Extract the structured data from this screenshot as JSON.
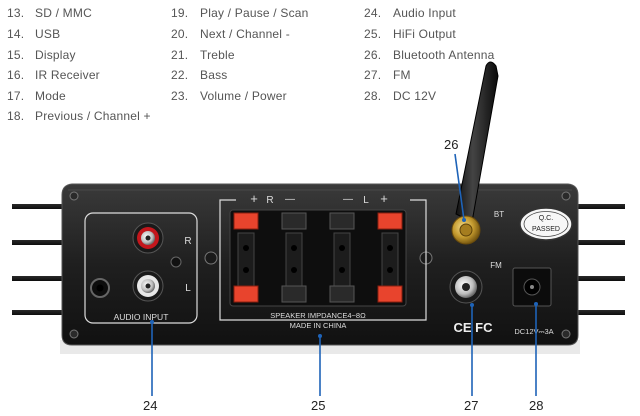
{
  "legend": {
    "col1": [
      {
        "num": "13.",
        "label": "SD / MMC"
      },
      {
        "num": "14.",
        "label": "USB"
      },
      {
        "num": "15.",
        "label": "Display"
      },
      {
        "num": "16.",
        "label": "IR Receiver"
      },
      {
        "num": "17.",
        "label": "Mode"
      },
      {
        "num": "18.",
        "label": "Previous / Channel +"
      }
    ],
    "col2": [
      {
        "num": "19.",
        "label": "Play / Pause / Scan"
      },
      {
        "num": "20.",
        "label": "Next / Channel -"
      },
      {
        "num": "21.",
        "label": "Treble"
      },
      {
        "num": "22.",
        "label": "Bass"
      },
      {
        "num": "23.",
        "label": "Volume / Power"
      }
    ],
    "col3": [
      {
        "num": "24.",
        "label": "Audio Input"
      },
      {
        "num": "25.",
        "label": "HiFi Output"
      },
      {
        "num": "26.",
        "label": "Bluetooth Antenna"
      },
      {
        "num": "27.",
        "label": "FM"
      },
      {
        "num": "28.",
        "label": "DC 12V"
      }
    ]
  },
  "callouts": {
    "c24": "24",
    "c25": "25",
    "c26": "26",
    "c27": "27",
    "c28": "28"
  },
  "panel_labels": {
    "audio_input": "AUDIO INPUT",
    "channel_r": "R",
    "channel_l": "L",
    "speaker_plus_r": "+",
    "speaker_r": "R",
    "speaker_minus_r": "—",
    "speaker_minus_l": "—",
    "speaker_l": "L",
    "speaker_plus_l": "+",
    "speaker_impedance": "SPEAKER IMPDANCE4~8Ω",
    "made_in": "MADE IN CHINA",
    "bt": "BT",
    "fm": "FM",
    "qc_line1": "Q.C.",
    "qc_line2": "PASSED",
    "ce": "CE FC",
    "dc": "DC12V⎓3A"
  }
}
